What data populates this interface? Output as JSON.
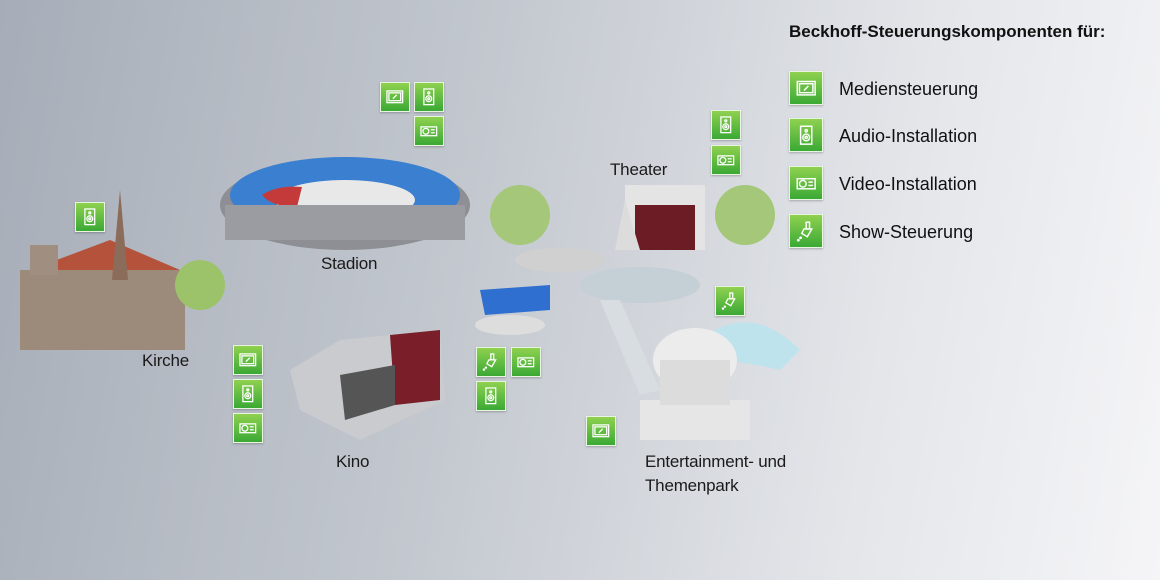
{
  "legend": {
    "title": "Beckhoff-Steuerungskomponenten für:",
    "items": [
      {
        "icon": "media-control-icon",
        "label": "Mediensteuerung"
      },
      {
        "icon": "audio-speaker-icon",
        "label": "Audio-Installation"
      },
      {
        "icon": "video-projector-icon",
        "label": "Video-Installation"
      },
      {
        "icon": "show-spotlight-icon",
        "label": "Show-Steuerung"
      }
    ]
  },
  "venues": {
    "stadion": "Stadion",
    "theater": "Theater",
    "kirche": "Kirche",
    "kino": "Kino",
    "park_line1": "Entertainment- und",
    "park_line2": "Themenpark"
  },
  "colors": {
    "icon_green_top": "#8fd14f",
    "icon_green_bottom": "#3aa935"
  }
}
